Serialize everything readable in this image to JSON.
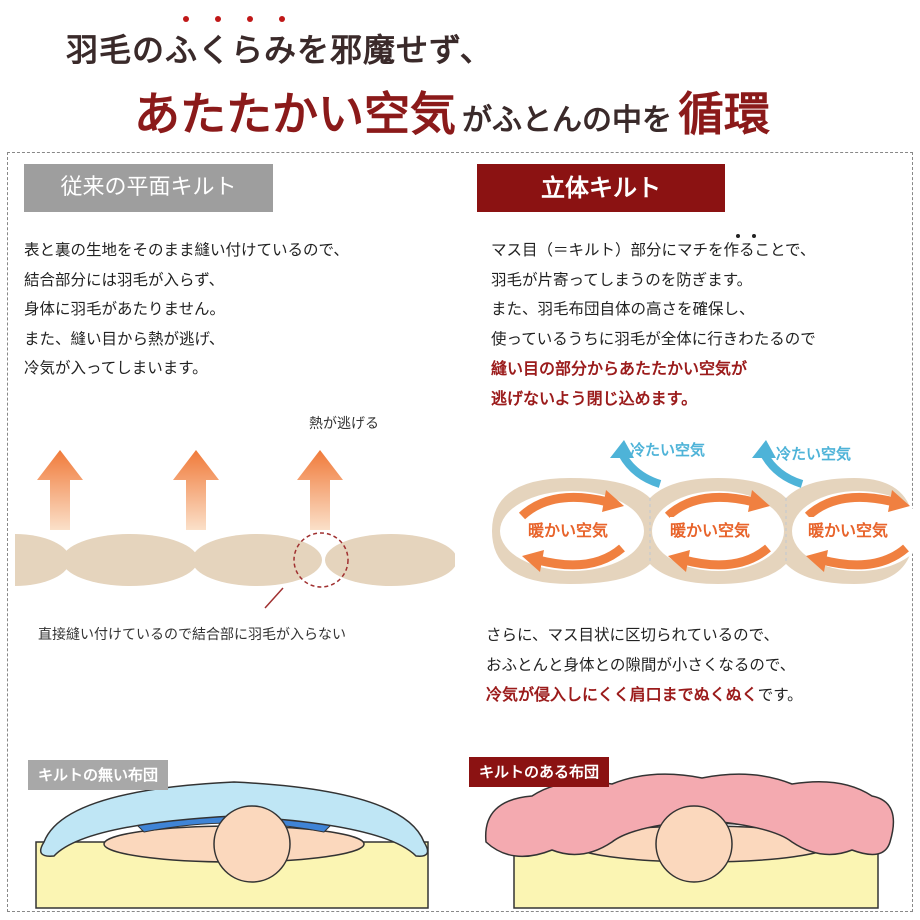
{
  "headline": {
    "line1": "羽毛のふくらみを邪魔せず、",
    "line2_a": "あたたかい空気",
    "line2_b": "がふとんの中を",
    "line2_c": "循環"
  },
  "left": {
    "tag": "従来の平面キルト",
    "lines": [
      "表と裏の生地をそのまま縫い付けているので、",
      "結合部分には羽毛が入らず、",
      "身体に羽毛があたりません。",
      "また、縫い目から熱が逃げ、",
      "冷気が入ってしまいます。"
    ],
    "heat_label": "熱が逃げる",
    "caption": "直接縫い付けているので結合部に羽毛が入らない",
    "badge": "キルトの無い布団"
  },
  "right": {
    "tag": "立体キルト",
    "lines": [
      "マス目（＝キルト）部分にマチを作ることで、",
      "羽毛が片寄ってしまうのを防ぎます。",
      "また、羽毛布団自体の高さを確保し、",
      "使っているうちに羽毛が全体に行きわたるので"
    ],
    "red_lines": [
      "縫い目の部分からあたたかい空気が",
      "逃げないよう閉じ込めます。"
    ],
    "cold_air_1": "冷たい空気",
    "cold_air_2": "冷たい空気",
    "warm_air_1": "暖かい空気",
    "warm_air_2": "暖かい空気",
    "warm_air_3": "暖かい空気",
    "lines2": [
      "さらに、マス目状に区切られているので、",
      "おふとんと身体との隙間が小さくなるので、"
    ],
    "last_red": "冷気が侵入しにくく肩口までぬくぬく",
    "last_tail": "です。",
    "badge": "キルトのある布団"
  },
  "colors": {
    "dark_red": "#8b1212",
    "gray_tag": "#9e9e9e",
    "beige": "#e5d4bd",
    "orange_arrow": "#f08040",
    "blue_arrow": "#4eb3d8",
    "pink_futon": "#f4aab0",
    "blue_futon": "#bfe6f5",
    "skin": "#fbd8bd",
    "mattress": "#fbf5b3"
  }
}
